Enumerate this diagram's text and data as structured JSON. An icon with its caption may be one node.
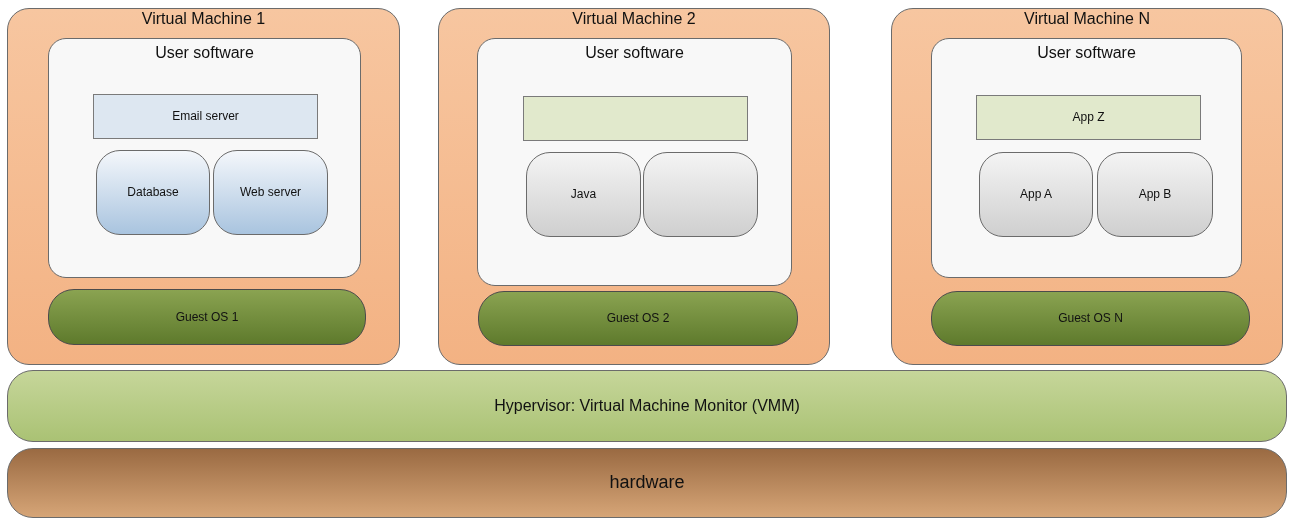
{
  "diagram": {
    "nodes": [
      {
        "text": [
          "Virtual Machine 1"
        ]
      },
      {
        "text": [
          "User software"
        ],
        "in": 0
      },
      {
        "text": [
          "Email server"
        ],
        "in": 1
      },
      {
        "text": [
          "Database"
        ],
        "in": 1
      },
      {
        "text": [
          "Web server"
        ],
        "in": 1
      },
      {
        "text": [
          "Guest OS 1"
        ],
        "in": 0
      },
      {
        "text": [
          "Virtual Machine 2"
        ]
      },
      {
        "text": [
          "User software"
        ],
        "in": 6
      },
      {
        "text": [],
        "shape": "box",
        "in": 7
      },
      {
        "text": [
          "Java"
        ],
        "in": 7
      },
      {
        "text": [],
        "shape": "box",
        "in": 7
      },
      {
        "text": [
          "Guest OS 2"
        ],
        "in": 6
      },
      {
        "text": [
          "Virtual Machine N"
        ]
      },
      {
        "text": [
          "User software"
        ],
        "in": 12
      },
      {
        "text": [
          "App Z"
        ],
        "in": 13
      },
      {
        "text": [
          "App A"
        ],
        "in": 13
      },
      {
        "text": [
          "App B"
        ],
        "in": 13
      },
      {
        "text": [
          "Guest OS N"
        ],
        "in": 12
      },
      {
        "text": [
          "Hypervisor: Virtual Machine Monitor (VMM)"
        ]
      },
      {
        "text": [
          "hardware"
        ]
      }
    ]
  }
}
